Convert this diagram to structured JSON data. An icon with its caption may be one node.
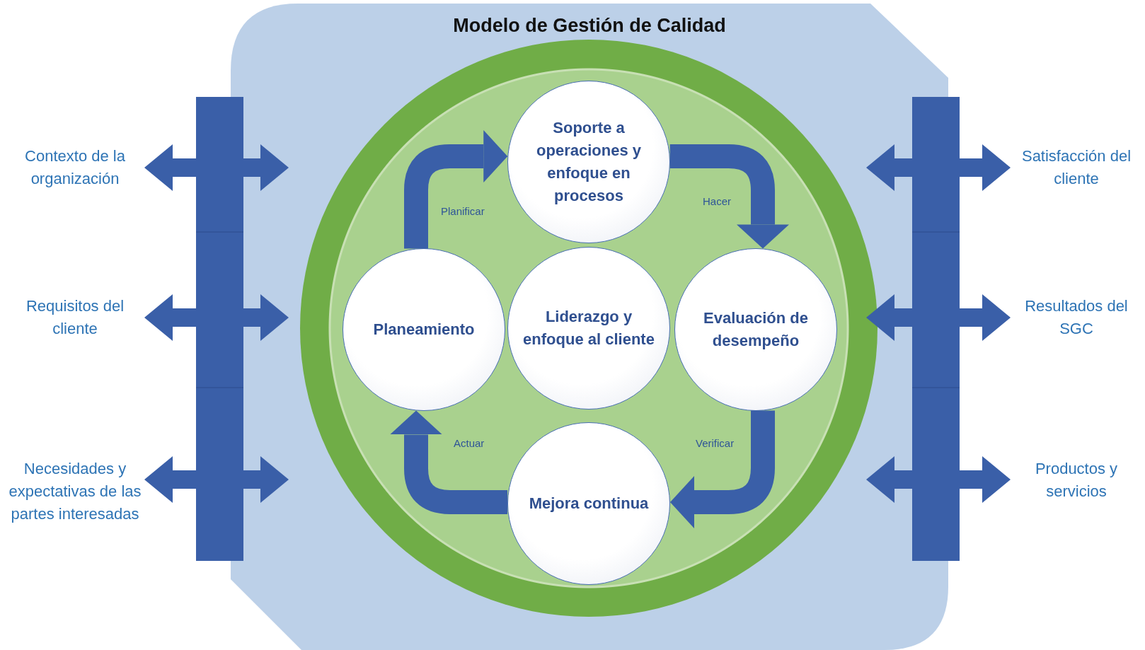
{
  "diagram": {
    "nodes": [
      {
        "text": [
          "Modelo de Gestión de Calidad"
        ]
      },
      {
        "text": [],
        "shape": "circle",
        "in": 0
      },
      {
        "text": [
          "Soporte a operaciones y enfoque en procesos"
        ],
        "in": 1
      },
      {
        "text": [
          "Planeamiento"
        ],
        "in": 1
      },
      {
        "text": [
          "Liderazgo y enfoque al cliente"
        ],
        "in": 1
      },
      {
        "text": [
          "Evaluación de desempeño"
        ],
        "in": 1
      },
      {
        "text": [
          "Mejora continua"
        ],
        "in": 1
      },
      {
        "text": [],
        "shape": "bar"
      },
      {
        "text": [],
        "shape": "bar"
      },
      {
        "text": [
          "Contexto de la organización"
        ]
      },
      {
        "text": [
          "Requisitos del cliente"
        ]
      },
      {
        "text": [
          "Necesidades y expectativas de las partes interesadas"
        ]
      },
      {
        "text": [
          "Satisfacción del cliente"
        ]
      },
      {
        "text": [
          "Resultados del SGC"
        ]
      },
      {
        "text": [
          "Productos y servicios"
        ]
      }
    ],
    "edges": [
      {
        "from": 3,
        "to": 2,
        "arrow": "to",
        "label": "Planificar"
      },
      {
        "from": 2,
        "to": 5,
        "arrow": "to",
        "label": "Hacer"
      },
      {
        "from": 5,
        "to": 6,
        "arrow": "to",
        "label": "Verificar"
      },
      {
        "from": 6,
        "to": 3,
        "arrow": "to",
        "label": "Actuar"
      },
      {
        "from": 9,
        "to": 7,
        "arrow": "both"
      },
      {
        "from": 10,
        "to": 7,
        "arrow": "both"
      },
      {
        "from": 11,
        "to": 7,
        "arrow": "both"
      },
      {
        "from": 12,
        "to": 8,
        "arrow": "both"
      },
      {
        "from": 13,
        "to": 8,
        "arrow": "both"
      },
      {
        "from": 14,
        "to": 8,
        "arrow": "both"
      }
    ]
  }
}
